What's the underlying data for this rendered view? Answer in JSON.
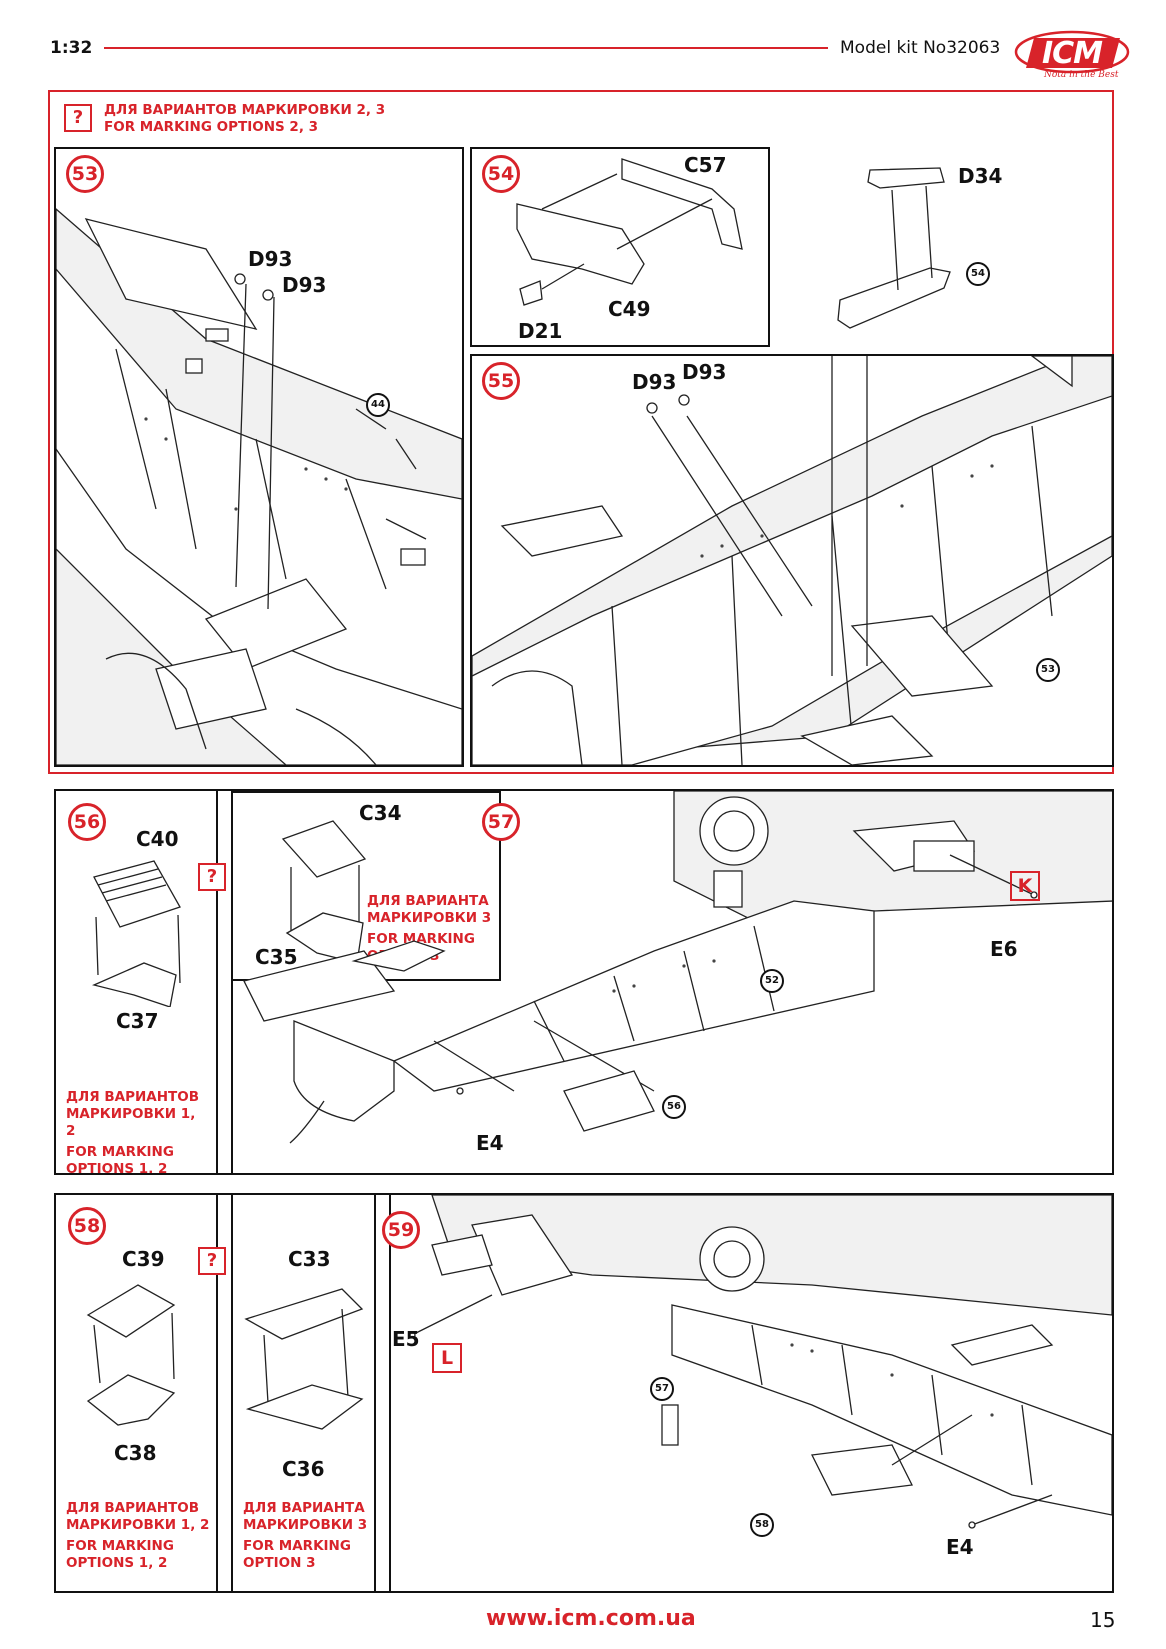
{
  "header": {
    "scale": "1:32",
    "kit": "Model kit No32063",
    "logo": "ICM",
    "logo_tagline": "Nota in the Best"
  },
  "top_note": {
    "icon": "?",
    "line_ru": "ДЛЯ ВАРИАНТОВ МАРКИРОВКИ 2, 3",
    "line_en": "FOR MARKING OPTIONS 2, 3"
  },
  "step53": {
    "num": "53",
    "parts": [
      "D93",
      "D93"
    ],
    "ref": "44"
  },
  "step54": {
    "num": "54",
    "parts": [
      "C57",
      "C49",
      "D21"
    ]
  },
  "step55": {
    "num": "55",
    "parts": [
      "D93",
      "D93",
      "D34"
    ],
    "refs": [
      "54",
      "53"
    ]
  },
  "step56": {
    "num": "56",
    "parts": [
      "C40",
      "C37"
    ],
    "note_ru": "ДЛЯ ВАРИАНТОВ МАРКИРОВКИ 1, 2",
    "note_en": "FOR MARKING OPTIONS 1, 2",
    "alt": {
      "icon": "?",
      "parts": [
        "C34",
        "C35"
      ],
      "note_ru": "ДЛЯ ВАРИАНТА МАРКИРОВКИ 3",
      "note_en": "FOR MARKING OPTION 3"
    }
  },
  "step57": {
    "num": "57",
    "parts": [
      "E6",
      "E4"
    ],
    "letter": "K",
    "refs": [
      "52",
      "56"
    ]
  },
  "step58": {
    "num": "58",
    "parts": [
      "C39",
      "C38"
    ],
    "note_ru": "ДЛЯ ВАРИАНТОВ МАРКИРОВКИ 1, 2",
    "note_en": "FOR MARKING OPTIONS 1, 2",
    "alt": {
      "icon": "?",
      "parts": [
        "C33",
        "C36"
      ],
      "note_ru": "ДЛЯ ВАРИАНТА МАРКИРОВКИ 3",
      "note_en": "FOR MARKING OPTION 3"
    }
  },
  "step59": {
    "num": "59",
    "parts": [
      "E5",
      "E4"
    ],
    "letter": "L",
    "refs": [
      "57",
      "58"
    ]
  },
  "footer": {
    "url": "www.icm.com.ua",
    "page": "15"
  },
  "colors": {
    "accent": "#d8232a",
    "ink": "#111111"
  }
}
